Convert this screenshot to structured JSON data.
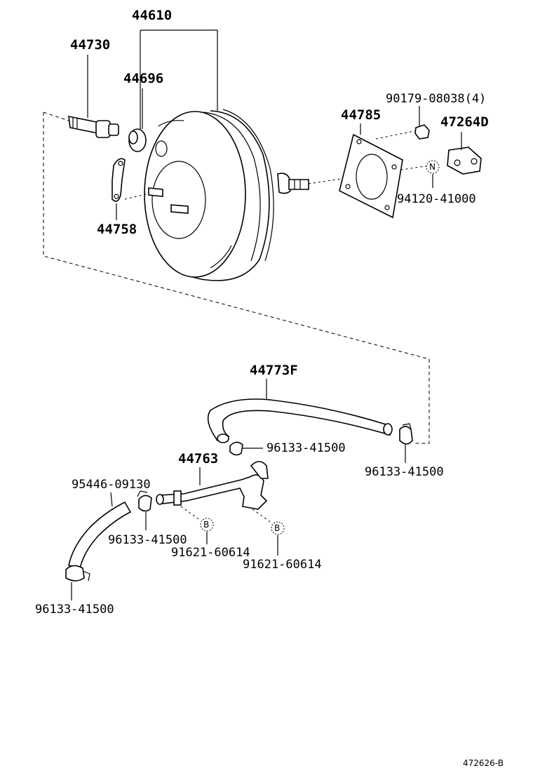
{
  "diagram": {
    "part_labels": {
      "booster_assy": "44610",
      "check_valve": "44730",
      "grommet": "44696",
      "bracket_plate": "44758",
      "gasket": "44785",
      "nut": "90179-08038(4)",
      "bracket": "47264D",
      "washer_nut": "94120-41000",
      "hose_upper": "44773F",
      "clip_a": "96133-41500",
      "clip_b": "96133-41500",
      "hose_pipe": "44763",
      "hose_lower": "95446-09130",
      "clip_c": "96133-41500",
      "bolt_a": "91621-60614",
      "bolt_b": "91621-60614",
      "clip_d": "96133-41500"
    },
    "callouts": {
      "washer_nut_mark": "N",
      "bolt_mark_a": "B",
      "bolt_mark_b": "B"
    },
    "figure_ref": "472626-B"
  }
}
